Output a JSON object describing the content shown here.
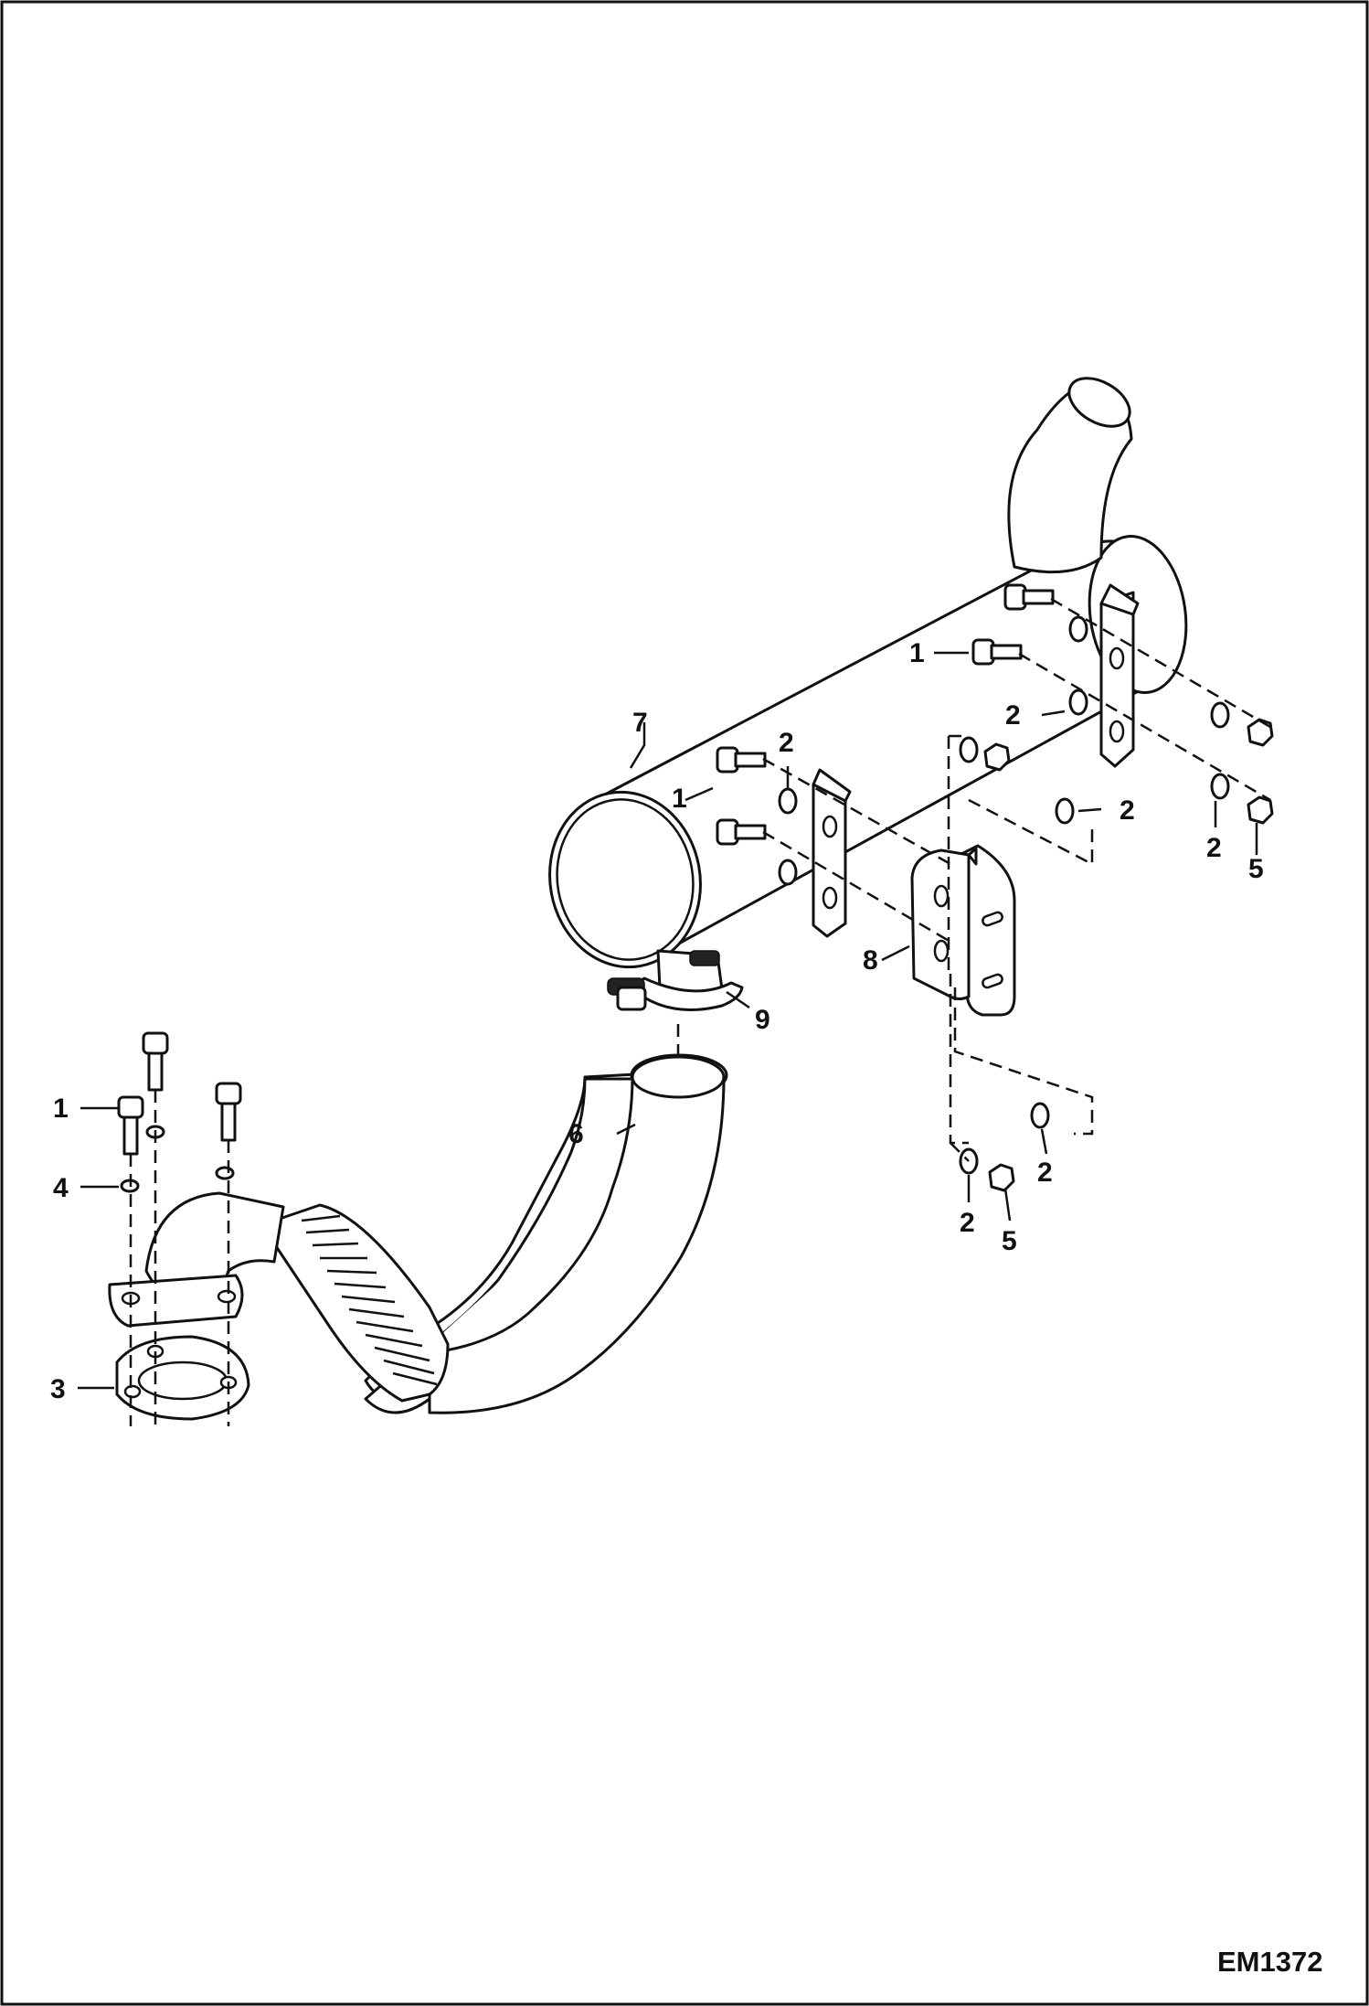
{
  "figure_id": "EM1372",
  "callouts": {
    "c1a": "1",
    "c1b": "1",
    "c1c": "1",
    "c2a": "2",
    "c2b": "2",
    "c2c": "2",
    "c2d": "2",
    "c2e": "2",
    "c2f": "2",
    "c3": "3",
    "c4": "4",
    "c5a": "5",
    "c5b": "5",
    "c6": "6",
    "c7": "7",
    "c8": "8",
    "c9": "9"
  },
  "colors": {
    "line": "#111111",
    "background": "#ffffff"
  }
}
